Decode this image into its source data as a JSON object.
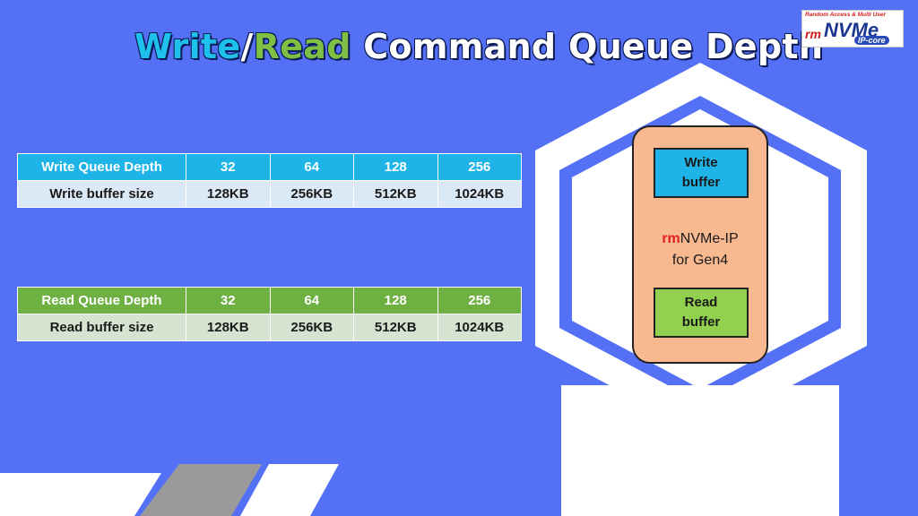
{
  "title": {
    "part1": "Write",
    "sep": "/",
    "part2": "Read",
    "rest": " Command Queue Depth"
  },
  "logo": {
    "tagline": "Random Access & Multi User",
    "rm": "rm",
    "nvme": "NVMe",
    "ipcore": "IP-core"
  },
  "write_table": {
    "header": [
      "Write Queue Depth",
      "32",
      "64",
      "128",
      "256"
    ],
    "row": [
      "Write buffer size",
      "128KB",
      "256KB",
      "512KB",
      "1024KB"
    ]
  },
  "read_table": {
    "header": [
      "Read Queue Depth",
      "32",
      "64",
      "128",
      "256"
    ],
    "row": [
      "Read buffer size",
      "128KB",
      "256KB",
      "512KB",
      "1024KB"
    ]
  },
  "diagram": {
    "write_buffer": "Write\nbuffer",
    "ip_prefix": "rm",
    "ip_name": "NVMe-IP",
    "ip_line2": "for Gen4",
    "read_buffer": "Read\nbuffer"
  },
  "colors": {
    "background": "#5470f5",
    "write_accent": "#1eb4e8",
    "read_accent": "#6fb043",
    "ip_box": "#f9b990"
  }
}
